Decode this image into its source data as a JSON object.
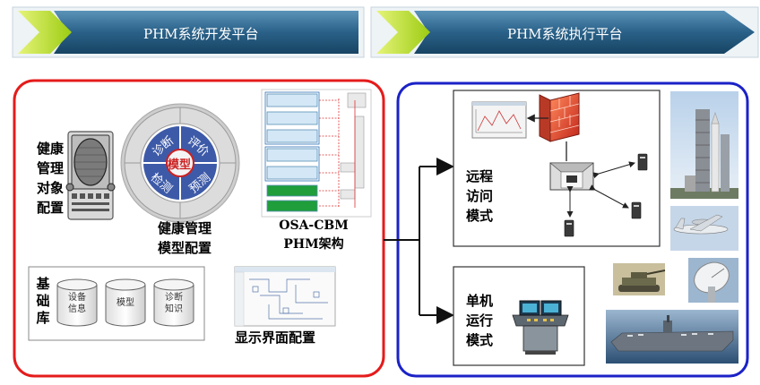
{
  "banners": {
    "dev": "PHM系统开发平台",
    "exec": "PHM系统执行平台"
  },
  "dev_panel": {
    "health_object_config": [
      "健",
      "康",
      "管",
      "理",
      "对",
      "象",
      "配",
      "置"
    ],
    "health_model_config": [
      "健康管理",
      "模型配置"
    ],
    "model_wheel": {
      "center": "模型",
      "top_left": "诊断",
      "top_right": "评价",
      "bottom_left": "检测",
      "bottom_right": "预测"
    },
    "osa_cbm": [
      "OSA-CBM",
      "PHM架构"
    ],
    "display_config": "显示界面配置",
    "knowledge_base": {
      "label": [
        "基",
        "础",
        "库"
      ],
      "items": [
        [
          "设备",
          "信息"
        ],
        [
          "模型"
        ],
        [
          "诊断",
          "知识"
        ]
      ]
    }
  },
  "exec_panel": {
    "remote_mode": [
      "远程",
      "访问",
      "模式"
    ],
    "standalone_mode": [
      "单机",
      "运行",
      "模式"
    ]
  },
  "colors": {
    "banner_dark": "#1f4d6e",
    "banner_light": "#3e7fa8",
    "chevron": "#a6d61e",
    "dev_border": "#e51b1b",
    "exec_border": "#1b22c7",
    "wheel_blue": "#3d5aa8",
    "osa_green": "#1f9e3b"
  }
}
